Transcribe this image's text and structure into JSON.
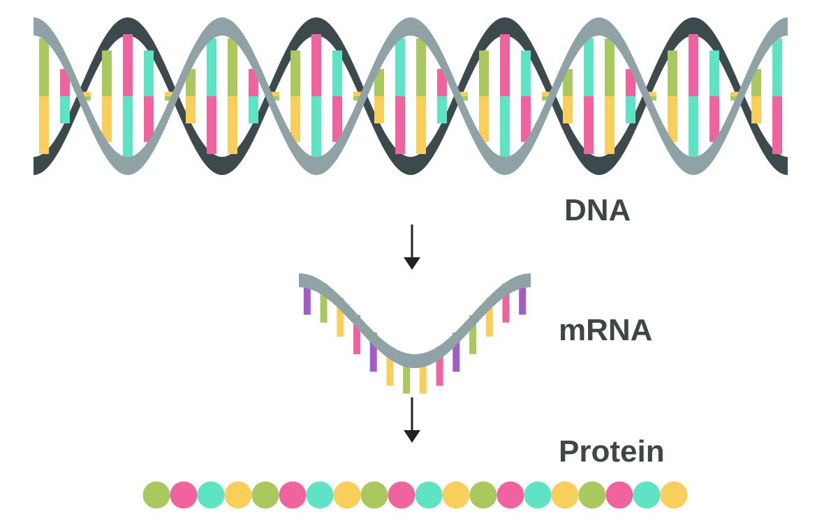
{
  "labels": {
    "dna": "DNA",
    "mrna": "mRNA",
    "protein": "Protein"
  },
  "colors": {
    "strand_light": "#8fa3a6",
    "strand_dark": "#3c4a4e",
    "arrow": "#222222",
    "label": "#3f4648",
    "green": "#a9c95e",
    "pink": "#f0639e",
    "teal": "#5ee3c4",
    "yellow": "#f9cf5b",
    "purple": "#a05cc9"
  },
  "dna": {
    "turns": 4,
    "rungs_per_turn": 9,
    "rung_top_colors": [
      "green",
      "pink",
      "yellow",
      "green",
      "pink",
      "teal",
      "yellow",
      "green",
      "teal"
    ],
    "rung_bottom_colors": [
      "yellow",
      "teal",
      "green",
      "yellow",
      "teal",
      "pink",
      "green",
      "yellow",
      "pink"
    ]
  },
  "mrna": {
    "base_colors": [
      "purple",
      "green",
      "yellow",
      "pink",
      "purple",
      "yellow",
      "green",
      "yellow",
      "pink",
      "purple",
      "green",
      "yellow",
      "pink",
      "purple"
    ]
  },
  "protein": {
    "bead_colors": [
      "green",
      "pink",
      "teal",
      "yellow",
      "green",
      "pink",
      "teal",
      "yellow",
      "green",
      "pink",
      "teal",
      "yellow",
      "green",
      "pink",
      "teal",
      "yellow",
      "green",
      "pink",
      "teal",
      "yellow"
    ]
  }
}
